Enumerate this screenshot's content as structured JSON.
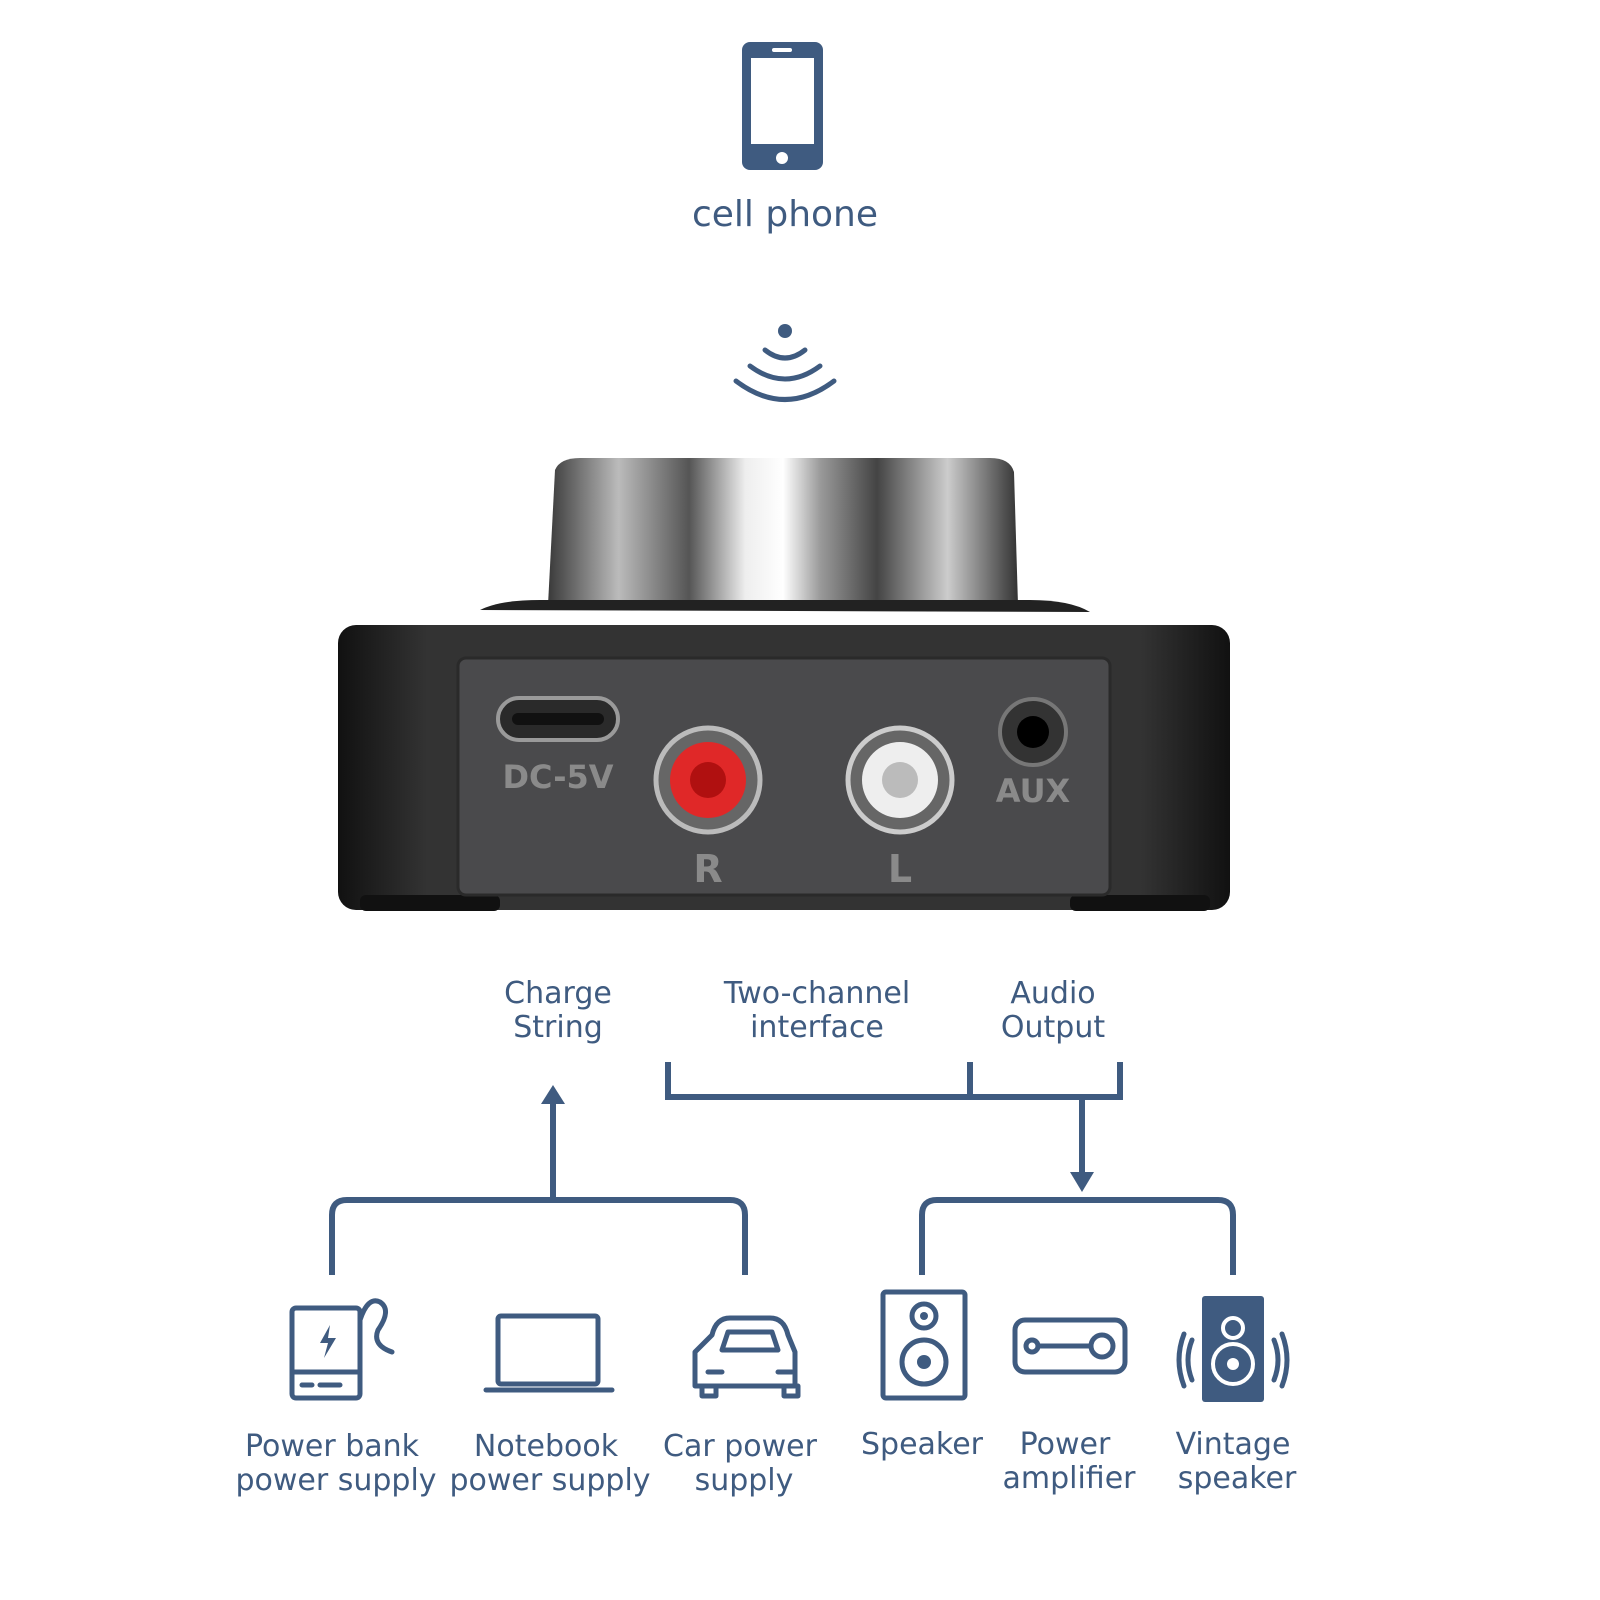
{
  "top": {
    "phone_label": "cell phone"
  },
  "device": {
    "ports": {
      "dc": "DC-5V",
      "right": "R",
      "left": "L",
      "aux": "AUX"
    }
  },
  "interfaces": {
    "charge": [
      "Charge",
      "String"
    ],
    "two_channel": [
      "Two-channel",
      "interface"
    ],
    "audio_output": [
      "Audio",
      "Output"
    ]
  },
  "power_sources": [
    {
      "icon": "power-bank-icon",
      "label": [
        "Power bank",
        "power supply"
      ]
    },
    {
      "icon": "laptop-icon",
      "label": [
        "Notebook",
        "power supply"
      ]
    },
    {
      "icon": "car-icon",
      "label": [
        "Car power",
        "supply"
      ]
    }
  ],
  "outputs": [
    {
      "icon": "speaker-icon",
      "label": [
        "Speaker"
      ]
    },
    {
      "icon": "amplifier-icon",
      "label": [
        "Power",
        "amplifier"
      ]
    },
    {
      "icon": "vintage-speaker-icon",
      "label": [
        "Vintage",
        "speaker"
      ]
    }
  ],
  "colors": {
    "accent": "#3f5b80",
    "device": "#1c1c1e",
    "red": "#e02828"
  }
}
